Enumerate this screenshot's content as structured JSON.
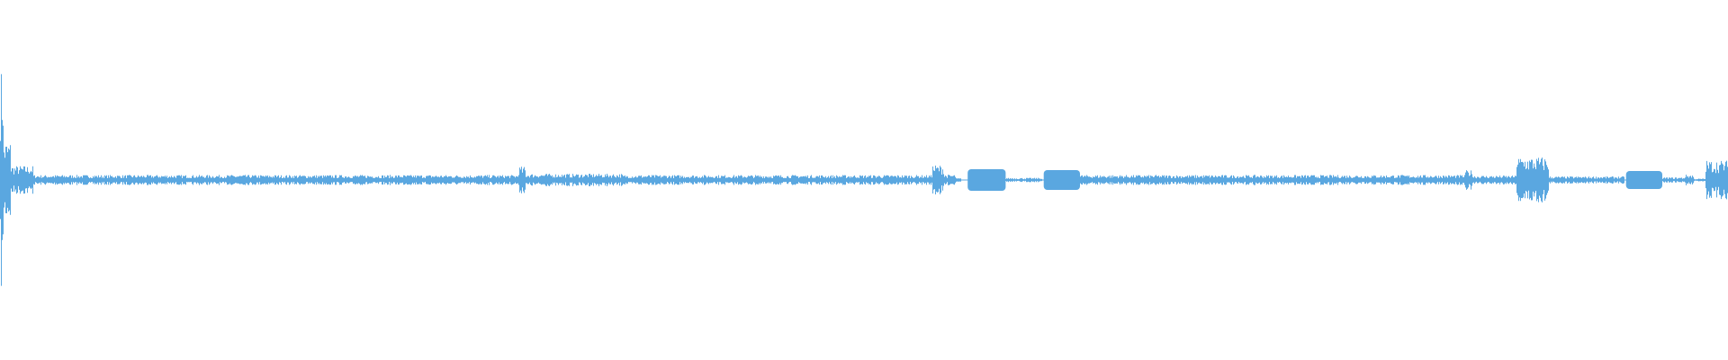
{
  "waveform": {
    "color": "#5aa7e0",
    "background": "#ffffff",
    "duration_fraction_note": "",
    "segments": [
      {
        "start": 0.0,
        "end": 0.002,
        "amp": 0.62
      },
      {
        "start": 0.002,
        "end": 0.006,
        "amp": 0.22
      },
      {
        "start": 0.006,
        "end": 0.019,
        "amp": 0.08
      },
      {
        "start": 0.019,
        "end": 0.3,
        "amp": 0.028
      },
      {
        "start": 0.3,
        "end": 0.304,
        "amp": 0.075
      },
      {
        "start": 0.304,
        "end": 0.36,
        "amp": 0.035
      },
      {
        "start": 0.36,
        "end": 0.54,
        "amp": 0.028
      },
      {
        "start": 0.54,
        "end": 0.546,
        "amp": 0.085
      },
      {
        "start": 0.546,
        "end": 0.553,
        "amp": 0.03
      },
      {
        "start": 0.553,
        "end": 0.556,
        "amp": 0.01
      },
      {
        "start": 0.56,
        "end": 0.582,
        "amp": 0.06,
        "solid": true
      },
      {
        "start": 0.582,
        "end": 0.603,
        "amp": 0.012
      },
      {
        "start": 0.604,
        "end": 0.625,
        "amp": 0.055,
        "solid": true
      },
      {
        "start": 0.625,
        "end": 0.848,
        "amp": 0.028
      },
      {
        "start": 0.848,
        "end": 0.852,
        "amp": 0.055
      },
      {
        "start": 0.852,
        "end": 0.878,
        "amp": 0.025
      },
      {
        "start": 0.878,
        "end": 0.896,
        "amp": 0.13
      },
      {
        "start": 0.896,
        "end": 0.94,
        "amp": 0.02
      },
      {
        "start": 0.941,
        "end": 0.962,
        "amp": 0.05,
        "solid": true
      },
      {
        "start": 0.962,
        "end": 0.975,
        "amp": 0.015
      },
      {
        "start": 0.975,
        "end": 0.98,
        "amp": 0.03
      },
      {
        "start": 0.98,
        "end": 0.987,
        "amp": 0.008
      },
      {
        "start": 0.987,
        "end": 1.0,
        "amp": 0.11
      }
    ]
  }
}
